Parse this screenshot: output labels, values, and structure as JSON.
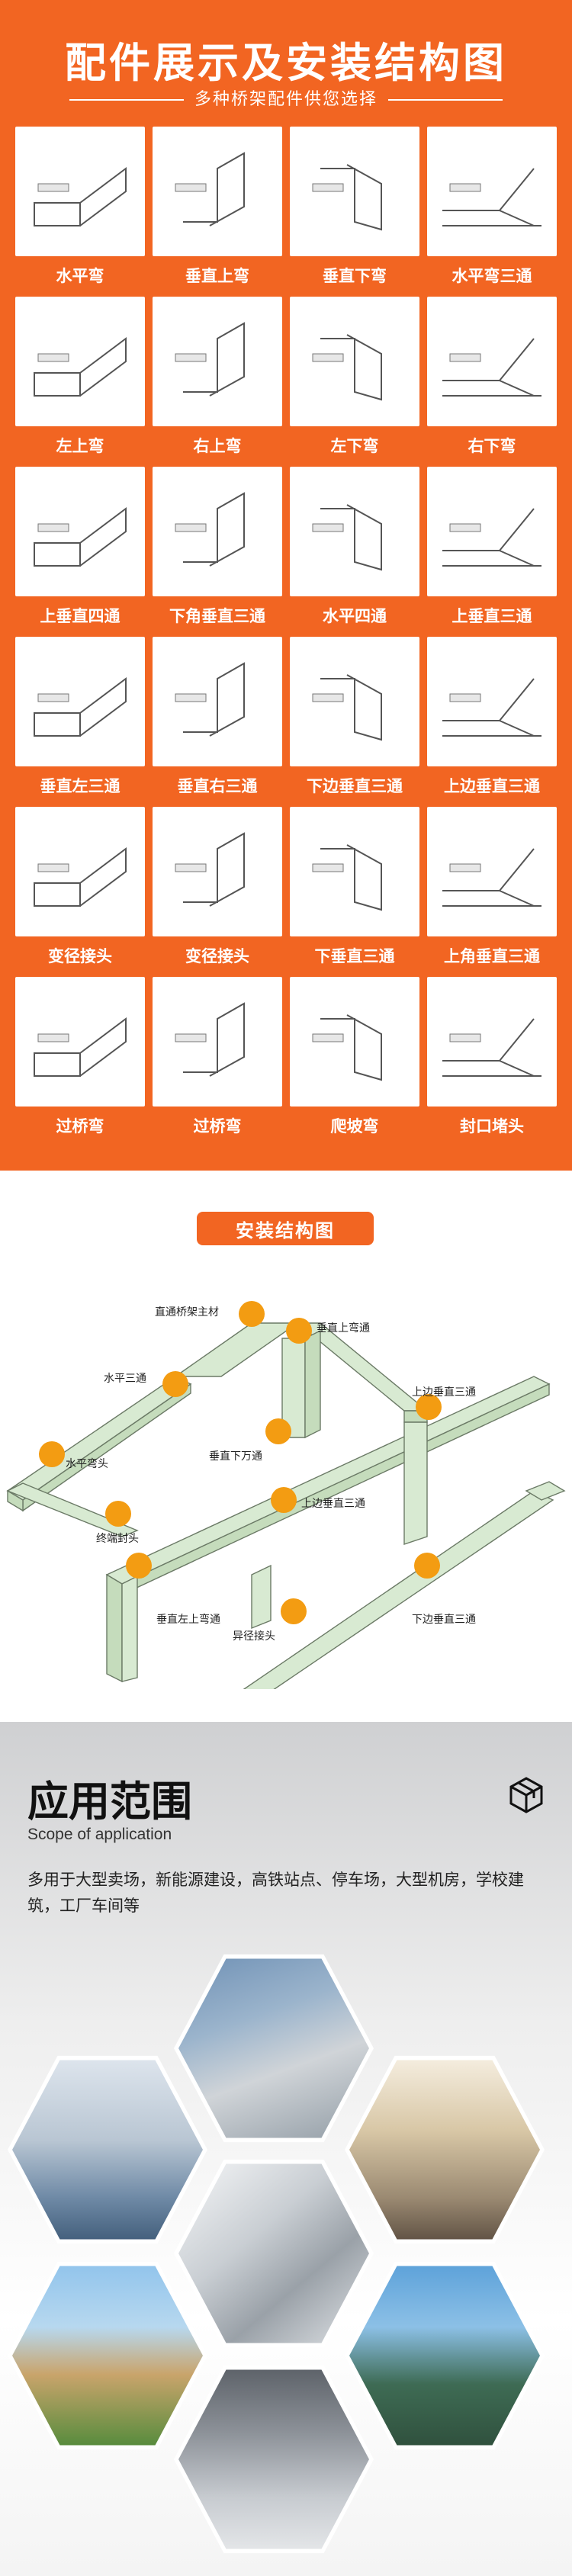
{
  "parts": {
    "title": "配件展示及安装结构图",
    "subtitle": "多种桥架配件供您选择",
    "items": [
      {
        "label": "水平弯"
      },
      {
        "label": "垂直上弯"
      },
      {
        "label": "垂直下弯"
      },
      {
        "label": "水平弯三通"
      },
      {
        "label": "左上弯"
      },
      {
        "label": "右上弯"
      },
      {
        "label": "左下弯"
      },
      {
        "label": "右下弯"
      },
      {
        "label": "上垂直四通"
      },
      {
        "label": "下角垂直三通"
      },
      {
        "label": "水平四通"
      },
      {
        "label": "上垂直三通"
      },
      {
        "label": "垂直左三通"
      },
      {
        "label": "垂直右三通"
      },
      {
        "label": "下边垂直三通"
      },
      {
        "label": "上边垂直三通"
      },
      {
        "label": "变径接头"
      },
      {
        "label": "变径接头"
      },
      {
        "label": "下垂直三通"
      },
      {
        "label": "上角垂直三通"
      },
      {
        "label": "过桥弯"
      },
      {
        "label": "过桥弯"
      },
      {
        "label": "爬坡弯"
      },
      {
        "label": "封口堵头"
      }
    ]
  },
  "install": {
    "badge": "安装结构图",
    "callouts": {
      "c1": "直通桥架主材",
      "c2": "垂直上弯通",
      "c3": "水平三通",
      "c4": "上边垂直三通",
      "c5": "水平弯头",
      "c6": "垂直下万通",
      "c7": "终端封头",
      "c8": "上边垂直三通",
      "c9": "垂直左上弯通",
      "c10": "下边垂直三通",
      "c11": "异径接头"
    }
  },
  "scope": {
    "title": "应用范围",
    "subtitle_en": "Scope of application",
    "description": "多用于大型卖场，新能源建设，高铁站点、停车场，大型机房，学校建筑，工厂车间等"
  },
  "colors": {
    "accent": "#f26522",
    "marker": "#f39c12",
    "tray": "#d8ead2"
  }
}
